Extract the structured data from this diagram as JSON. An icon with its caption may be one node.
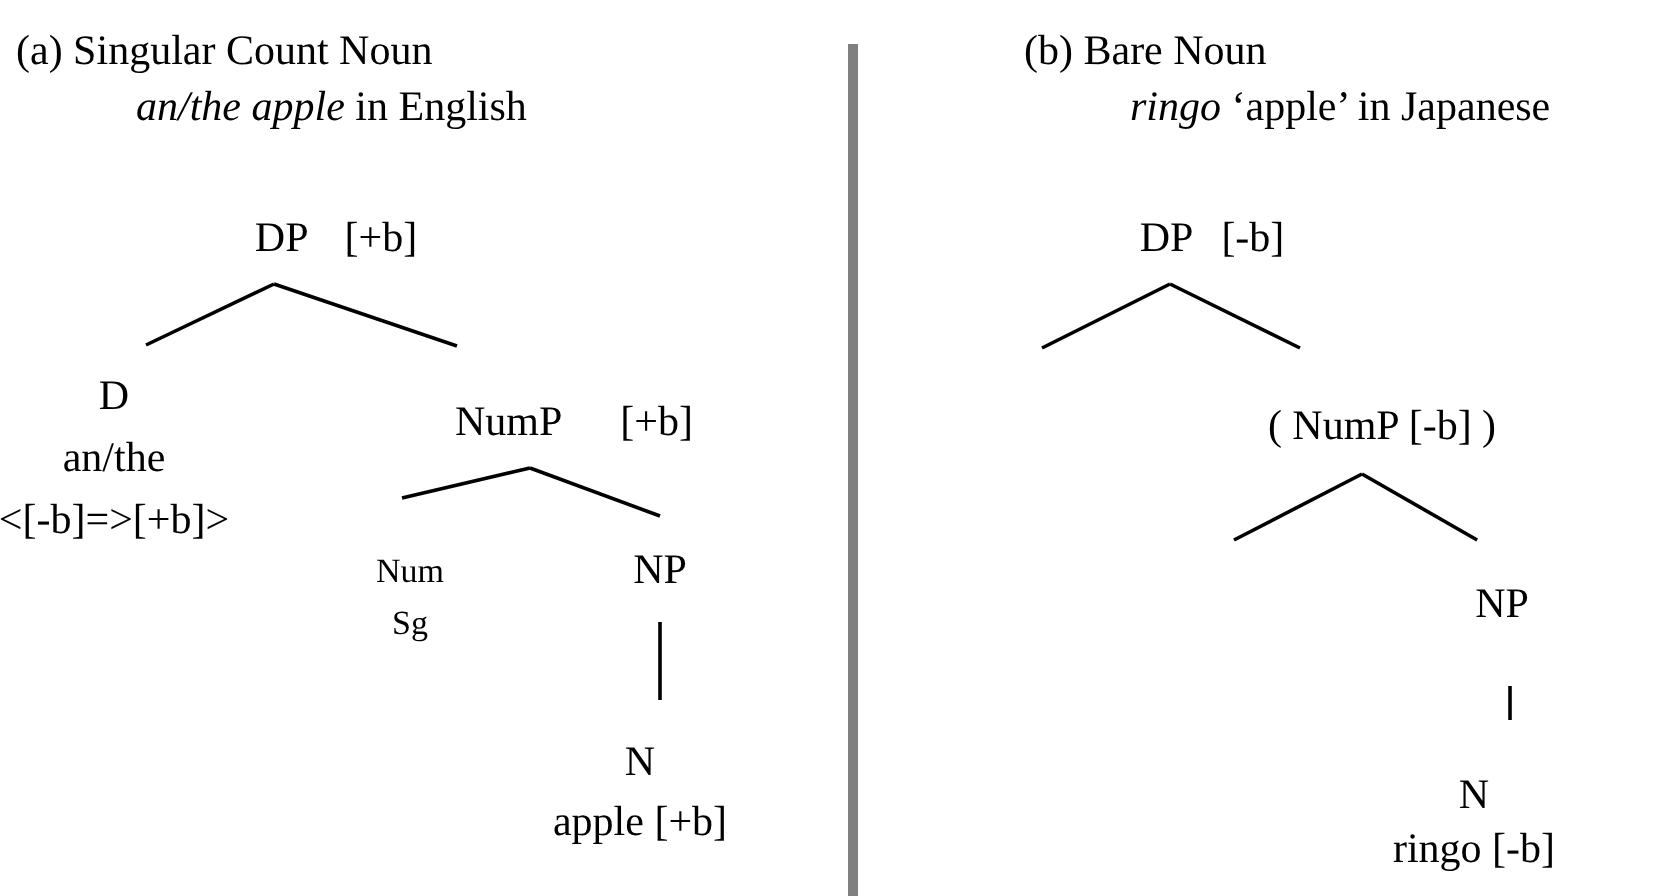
{
  "diagram": {
    "nodes": [
      {
        "text": [
          "DP",
          "[+b]"
        ]
      },
      {
        "text": [
          "D",
          "an/the",
          "<[-b]=>[+b]>"
        ]
      },
      {
        "text": [
          "NumP",
          "[+b]"
        ]
      },
      {
        "text": [
          "Num",
          "Sg"
        ]
      },
      {
        "text": [
          "NP"
        ]
      },
      {
        "text": [
          "N",
          "apple [+b]"
        ]
      },
      {
        "text": [
          "DP",
          "[-b]"
        ]
      },
      {
        "text": [
          "( NumP [-b] )"
        ]
      },
      {
        "text": [
          "NP"
        ]
      },
      {
        "text": [
          "N",
          "ringo [-b]"
        ]
      }
    ],
    "edges": [
      {
        "from": 0,
        "to": 1,
        "arrow": "none"
      },
      {
        "from": 0,
        "to": 2,
        "arrow": "none"
      },
      {
        "from": 2,
        "to": 3,
        "arrow": "none"
      },
      {
        "from": 2,
        "to": 4,
        "arrow": "none"
      },
      {
        "from": 4,
        "to": 5,
        "arrow": "none"
      },
      {
        "from": 6,
        "to": null,
        "arrow": "none"
      },
      {
        "from": 6,
        "to": 7,
        "arrow": "none"
      },
      {
        "from": 7,
        "to": null,
        "arrow": "none"
      },
      {
        "from": 7,
        "to": 8,
        "arrow": "none"
      },
      {
        "from": 8,
        "to": 9,
        "arrow": "none"
      }
    ],
    "labels": [
      "(a) Singular Count Noun",
      "*an/the apple* in English",
      "(b) Bare Noun",
      "*ringo* ‘apple’ in Japanese"
    ]
  }
}
